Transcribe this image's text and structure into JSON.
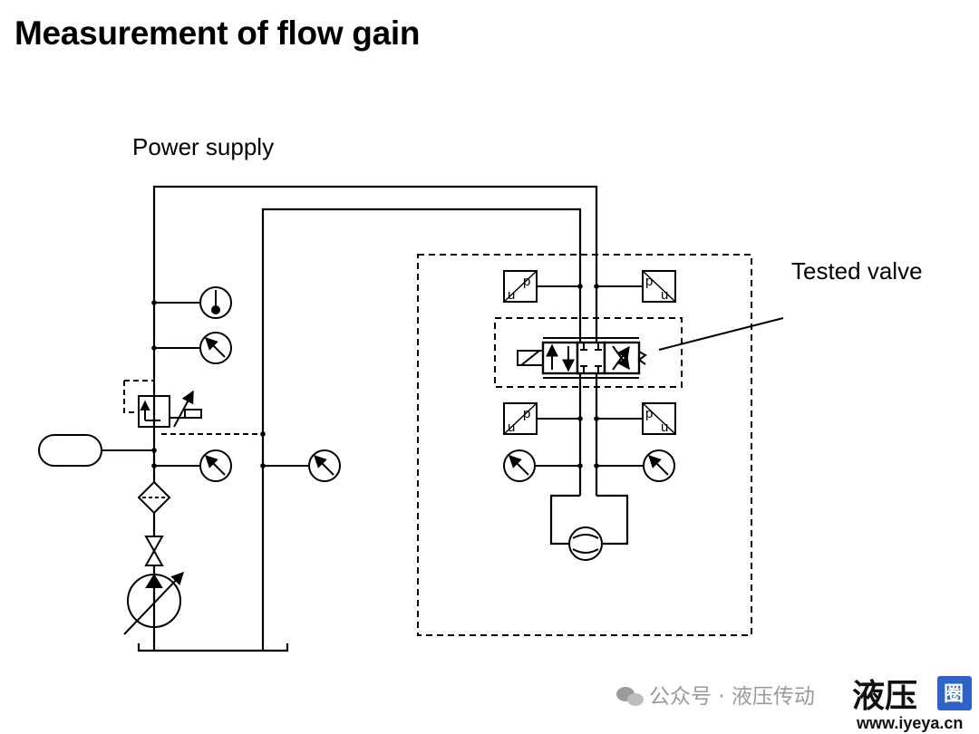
{
  "title": "Measurement of flow gain",
  "labels": {
    "power_supply": "Power supply",
    "tested_valve": "Tested valve",
    "transducer_up": {
      "top": "p",
      "bottom": "u"
    },
    "transducer_pu": {
      "top": "p",
      "bottom": "u"
    }
  },
  "watermark": {
    "text": "公众号 · 液压传动",
    "logo_text": "液压圈",
    "logo_main": "液压",
    "logo_badge": "圈",
    "url": "www.iyeya.cn"
  }
}
